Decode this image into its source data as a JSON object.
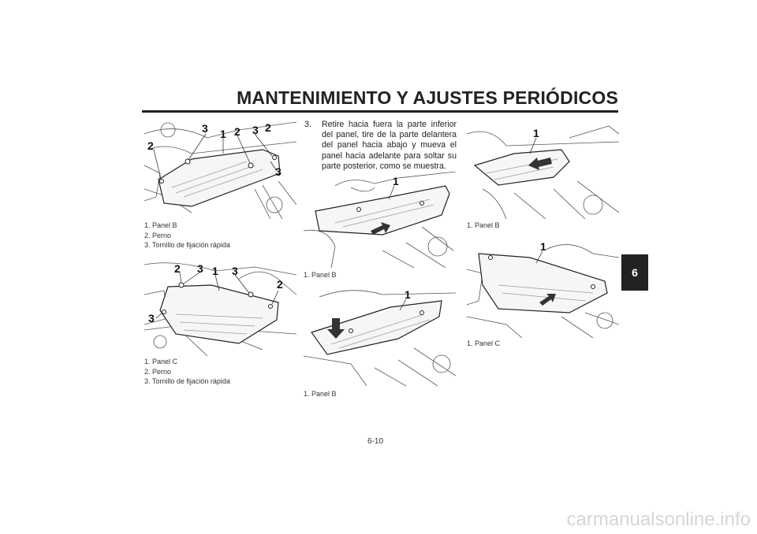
{
  "header": {
    "title": "MANTENIMIENTO Y AJUSTES PERIÓDICOS"
  },
  "chapter_tab": "6",
  "figures": {
    "fig1": {
      "callouts": [
        "3",
        "1",
        "2",
        "3",
        "2",
        "2",
        "3"
      ],
      "captions": [
        "1. Panel B",
        "2. Perno",
        "3. Tornillo de fijación rápida"
      ]
    },
    "fig2": {
      "callouts": [
        "2",
        "3",
        "1",
        "3",
        "2",
        "3"
      ],
      "captions": [
        "1. Panel C",
        "2. Perno",
        "3. Tornillo de fijación rápida"
      ]
    },
    "fig3": {
      "callouts": [
        "1"
      ],
      "captions": [
        "1. Panel B"
      ]
    },
    "fig4": {
      "callouts": [
        "1"
      ],
      "captions": [
        "1. Panel B"
      ]
    },
    "fig5": {
      "callouts": [
        "1"
      ],
      "captions": [
        "1. Panel B"
      ]
    },
    "fig6": {
      "callouts": [
        "1"
      ],
      "captions": [
        "1. Panel C"
      ]
    }
  },
  "step3": {
    "number": "3.",
    "text": "Retire hacia fuera la parte inferior del panel, tire de la parte delantera del panel hacia abajo y mueva el panel hacia adelante para soltar su parte posterior, como se muestra."
  },
  "page_number": "6-10",
  "watermark": "carmanualsonline.info"
}
